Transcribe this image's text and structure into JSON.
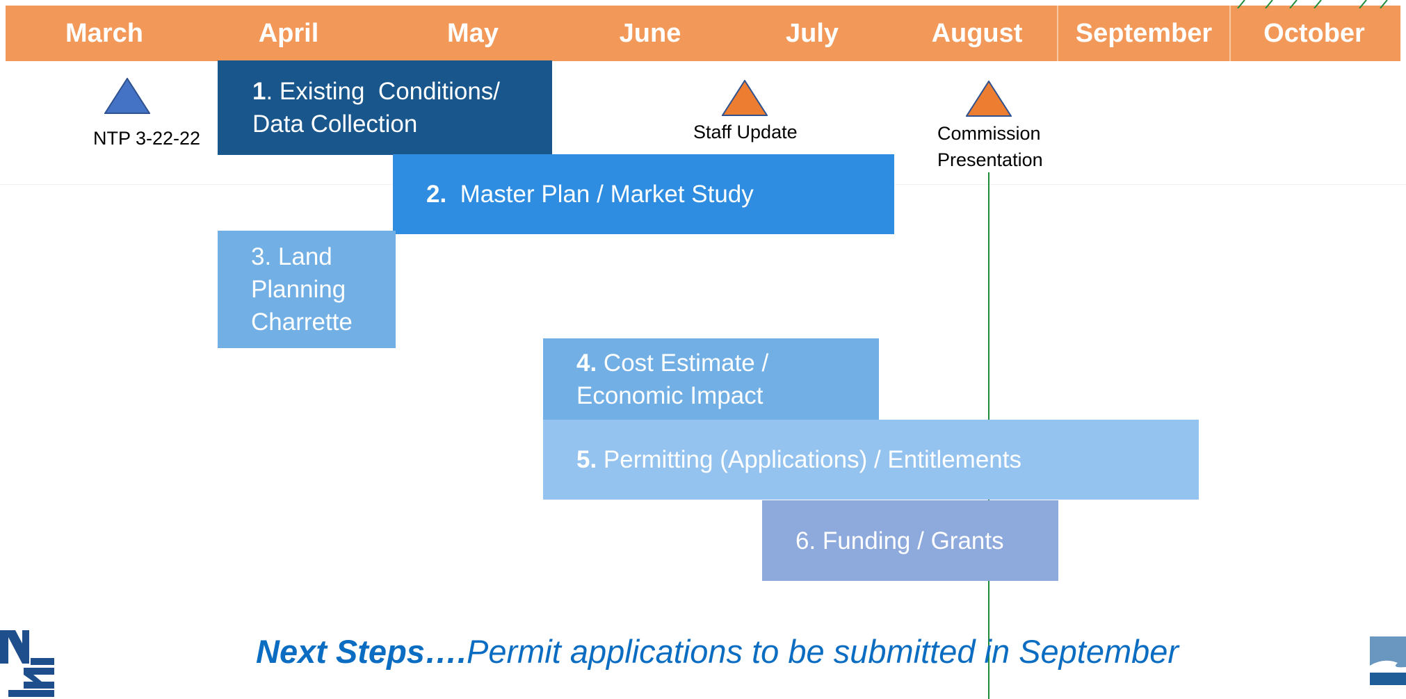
{
  "colors": {
    "header": "#F2995A",
    "task1": "#18568C",
    "task2": "#2E8DE0",
    "task3": "#71AFE5",
    "task4": "#71AFE5",
    "task5": "#95C3EF",
    "task6": "#8EA9DB",
    "milestone_blue": "#4472C4",
    "milestone_orange": "#ED7D31",
    "vline": "#1E8C3A",
    "footer_text": "#0B6DC2"
  },
  "months": [
    "March",
    "April",
    "May",
    "June",
    "July",
    "August",
    "September",
    "October"
  ],
  "milestones": [
    {
      "label": "NTP 3-22-22",
      "color": "blue",
      "icon": "triangle-icon"
    },
    {
      "label": "Staff Update",
      "color": "orange",
      "icon": "triangle-icon"
    },
    {
      "label_line1": "Commission",
      "label_line2": "Presentation",
      "color": "orange",
      "icon": "triangle-icon"
    }
  ],
  "tasks": [
    {
      "num": "1",
      "line1": ". Existing  Conditions/",
      "line2": "Data Collection"
    },
    {
      "num": "2.",
      "text": "  Master Plan / Market Study"
    },
    {
      "line1": "3. Land",
      "line2": "Planning",
      "line3": "Charrette"
    },
    {
      "num": "4.",
      "line1": " Cost Estimate /",
      "line2": "Economic Impact"
    },
    {
      "num": "5.",
      "text": " Permitting (Applications) / Entitlements"
    },
    {
      "text": "6. Funding / Grants"
    }
  ],
  "footer": {
    "bold": "Next Steps….",
    "rest": "Permit applications to be submitted in September"
  }
}
